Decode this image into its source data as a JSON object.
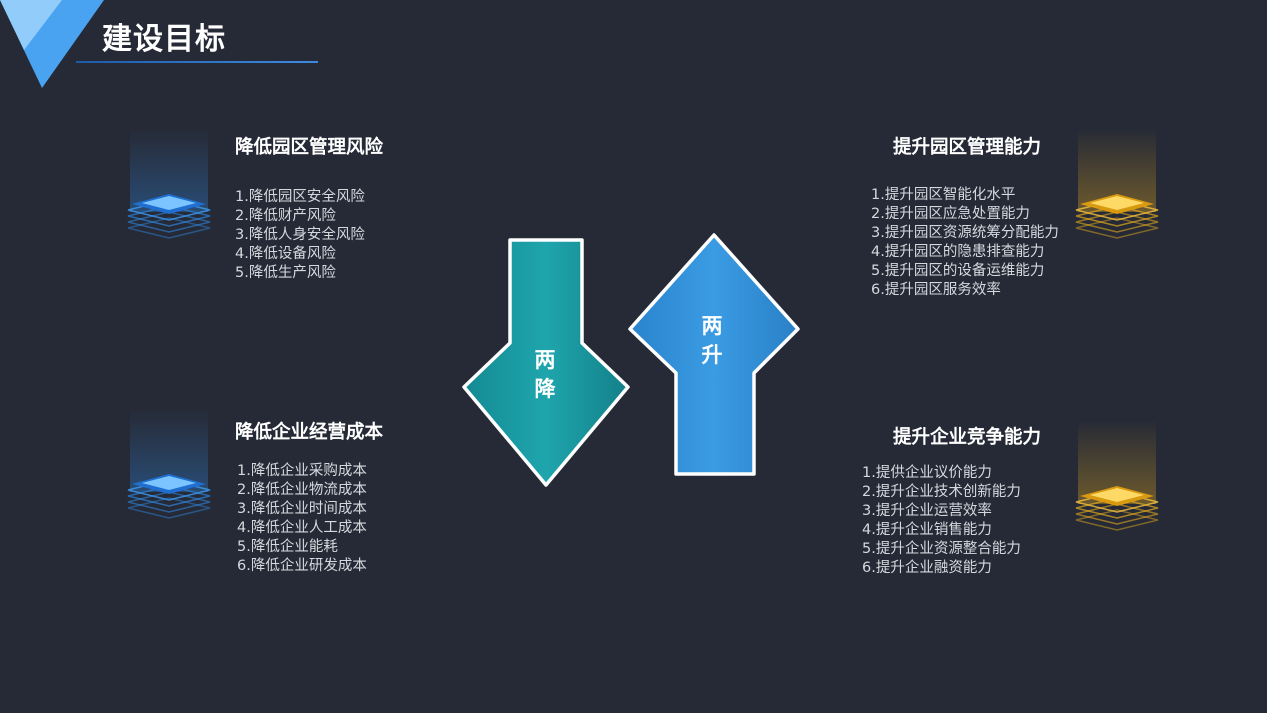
{
  "page_title": "建设目标",
  "colors": {
    "background": "#262a36",
    "down_arrow": "#1a9aa3",
    "up_arrow": "#2f8fd8",
    "blue_accent": "#2f8be8",
    "gold_accent": "#f0b21c"
  },
  "sections": {
    "risk": {
      "heading": "降低园区管理风险",
      "items": [
        "1.降低园区安全风险",
        "2.降低财产风险",
        "3.降低人身安全风险",
        "4.降低设备风险",
        "5.降低生产风险"
      ]
    },
    "cost": {
      "heading": "降低企业经营成本",
      "items": [
        "1.降低企业采购成本",
        "2.降低企业物流成本",
        "3.降低企业时间成本",
        "4.降低企业人工成本",
        "5.降低企业能耗",
        "6.降低企业研发成本"
      ]
    },
    "park": {
      "heading": "提升园区管理能力",
      "items": [
        "1.提升园区智能化水平",
        "2.提升园区应急处置能力",
        "3.提升园区资源统筹分配能力",
        "4.提升园区的隐患排查能力",
        "5.提升园区的设备运维能力",
        "6.提升园区服务效率"
      ]
    },
    "enterprise": {
      "heading": "提升企业竞争能力",
      "items": [
        "1.提供企业议价能力",
        "2.提升企业技术创新能力",
        "3.提升企业运营效率",
        "4.提升企业销售能力",
        "5.提升企业资源整合能力",
        "6.提升企业融资能力"
      ]
    }
  },
  "arrows": {
    "down": {
      "line1": "两",
      "line2": "降"
    },
    "up": {
      "line1": "两",
      "line2": "升"
    }
  }
}
